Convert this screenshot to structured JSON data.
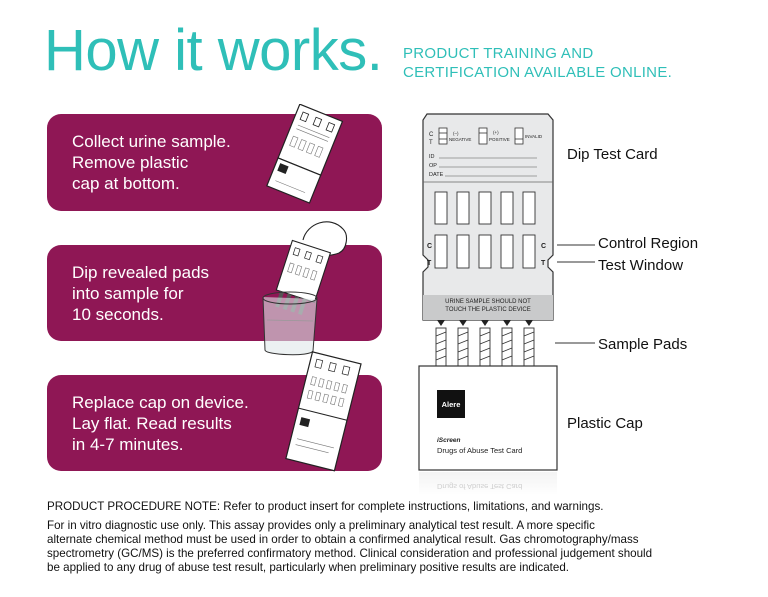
{
  "header": {
    "title": "How it works.",
    "subtitle_line1": "PRODUCT TRAINING AND",
    "subtitle_line2": "CERTIFICATION AVAILABLE ONLINE."
  },
  "steps": [
    {
      "lines": [
        "Collect urine sample.",
        "Remove plastic",
        "cap at bottom."
      ]
    },
    {
      "lines": [
        "Dip revealed pads",
        "into sample for",
        "10 seconds."
      ]
    },
    {
      "lines": [
        "Replace cap on device.",
        "Lay flat. Read results",
        "in 4-7 minutes."
      ]
    }
  ],
  "diagram": {
    "labels": {
      "dip_test_card": "Dip Test Card",
      "control_region": "Control Region",
      "test_window": "Test Window",
      "sample_pads": "Sample Pads",
      "plastic_cap": "Plastic Cap"
    },
    "card": {
      "legend_c": "C",
      "legend_t": "T",
      "negative_sign": "(–)",
      "negative": "NEGATIVE",
      "positive_sign": "(+)",
      "positive": "POSITIVE",
      "invalid": "INVALID",
      "field_id": "ID",
      "field_op": "OP",
      "field_date": "DATE",
      "row_c": "C",
      "row_t": "T",
      "warning_line1": "URINE SAMPLE SHOULD NOT",
      "warning_line2": "TOUCH THE PLASTIC DEVICE"
    },
    "cap": {
      "brand": "Alere",
      "product": "iScreen",
      "product_name": "Drugs of Abuse Test Card",
      "reflection": "Drugs of Abuse Test Card"
    }
  },
  "notes": {
    "procedure": "PRODUCT PROCEDURE NOTE: Refer to product insert for complete instructions, limitations, and warnings.",
    "disclaimer_lines": [
      "For in vitro diagnostic use only. This assay provides only a preliminary analytical test result. A more specific",
      "alternate chemical method must be used in order to obtain a confirmed analytical result. Gas chromotography/mass",
      "spectrometry (GC/MS) is the preferred confirmatory method. Clinical consideration and professional judgement should",
      "be applied to any drug of abuse test result, particularly when preliminary positive results are indicated."
    ]
  },
  "colors": {
    "accent": "#2fbfb8",
    "step_background": "#8f1755"
  }
}
